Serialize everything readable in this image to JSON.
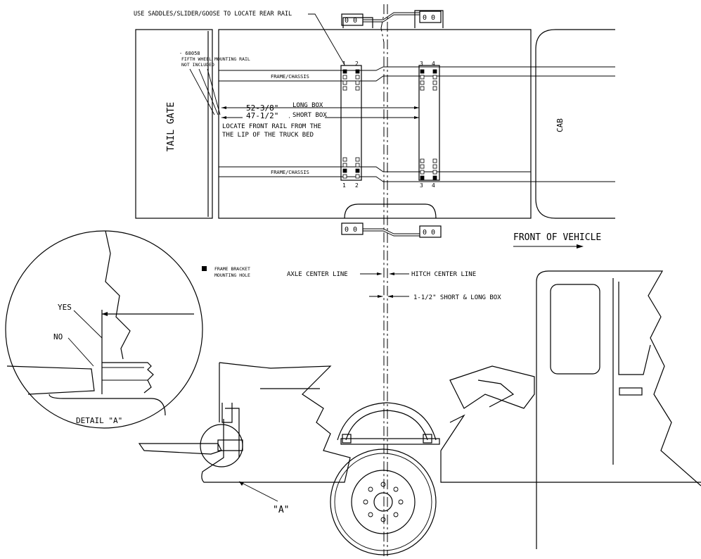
{
  "notes": {
    "rear_rail": "USE SADDLES/SLIDER/GOOSE TO LOCATE REAR RAIL",
    "part_number": "- 68058",
    "part_line2": "FIFTH WHEEL MOUNTING RAIL",
    "part_line3": "NOT INCLUDED",
    "tail_gate": "TAIL GATE",
    "cab": "CAB",
    "frame_chassis_top": "FRAME/CHASSIS",
    "frame_chassis_bottom": "FRAME/CHASSIS",
    "long_dim": "52-3/8\"",
    "long_box": "LONG BOX",
    "short_dim": "47-1/2\"",
    "short_box": "SHORT BOX",
    "locate_line1": "LOCATE FRONT RAIL FROM THE",
    "locate_line2": "THE LIP OF THE TRUCK BED",
    "front_of_vehicle": "FRONT OF VEHICLE",
    "legend_line1": "FRAME BRACKET",
    "legend_line2": "MOUNTING HOLE",
    "axle_center": "AXLE CENTER LINE",
    "hitch_center": "HITCH CENTER LINE",
    "offset": "1-1/2\" SHORT & LONG BOX",
    "yes": "YES",
    "no": "NO",
    "detail_a": "DETAIL \"A\"",
    "callout_a": "\"A\""
  },
  "rail_numbers": {
    "top": [
      "1",
      "2",
      "3",
      "4"
    ],
    "bottom": [
      "1",
      "2",
      "3",
      "4"
    ]
  }
}
